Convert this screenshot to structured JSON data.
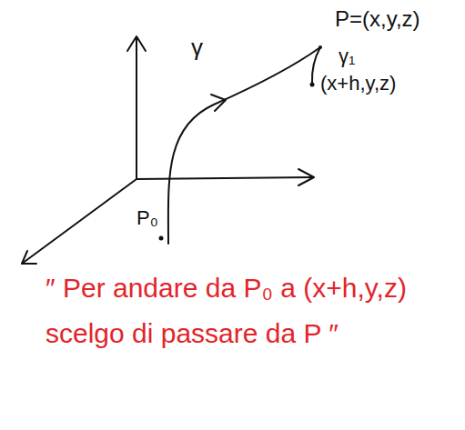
{
  "diagram": {
    "labels": [
      "P=(x,y,z)",
      "γ",
      "γ₁",
      "(x+h,y,z)",
      "P₀",
      "″ Per andare da P₀ a (x+h,y,z) scelgo di passare da P ″"
    ]
  }
}
